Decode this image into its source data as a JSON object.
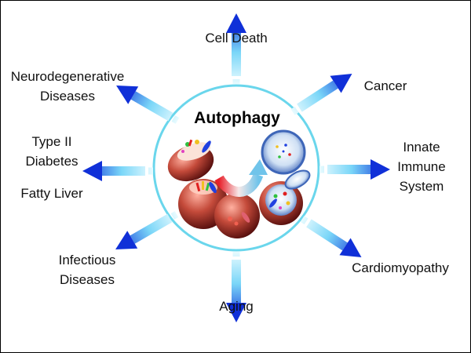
{
  "center": {
    "title": "Autophagy"
  },
  "outcomes": {
    "cell_death": [
      "Cell Death"
    ],
    "cancer": [
      "Cancer"
    ],
    "innate_immune": [
      "Innate",
      "Immune",
      "System"
    ],
    "cardiomyopathy": [
      "Cardiomyopathy"
    ],
    "aging": [
      "Aging"
    ],
    "infectious": [
      "Infectious",
      "Diseases"
    ],
    "type2_diabetes": [
      "Type II",
      "Diabetes"
    ],
    "fatty_liver": [
      "Fatty Liver"
    ],
    "neurodegenerative": [
      "Neurodegenerative",
      "Diseases"
    ]
  },
  "colors": {
    "arrow_dark": "#1030d8",
    "arrow_light": "#e8fbff",
    "circle_ring": "#6ad6ec",
    "cell_dark": "#5a0c0c",
    "cell_light": "#ffb0a0",
    "vesicle_blue": "#4a7ad0"
  },
  "icons": [
    "arrow-icon",
    "cell-icon",
    "lysosome-icon",
    "curved-arrow-icon"
  ]
}
